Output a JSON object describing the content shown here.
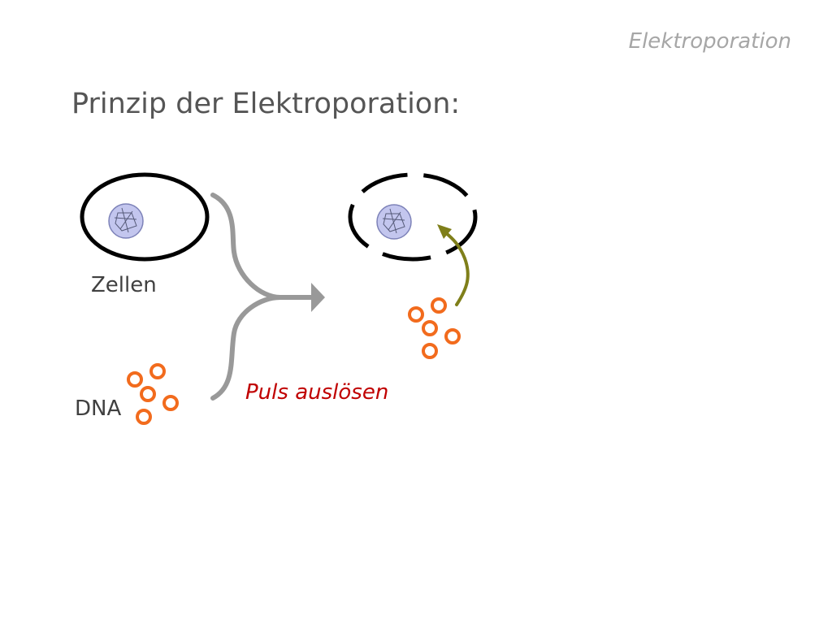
{
  "slide": {
    "header": "Elektroporation",
    "title": "Prinzip der Elektroporation:"
  },
  "labels": {
    "cells": "Zellen",
    "dna": "DNA",
    "pulse": "Puls auslösen"
  },
  "colors": {
    "membrane": "#000000",
    "nucleus_fill": "#c3c6ee",
    "nucleus_stroke": "#7d82b8",
    "dna": "#f26b1d",
    "flow_arrow": "#999999",
    "uptake_arrow": "#7f7f1a",
    "pulse_text": "#c00000"
  },
  "icons": {
    "nucleus": "nucleus-icon",
    "dna": "dna-molecule-icon",
    "flow": "combine-arrow-icon",
    "uptake": "uptake-arrow-icon"
  }
}
